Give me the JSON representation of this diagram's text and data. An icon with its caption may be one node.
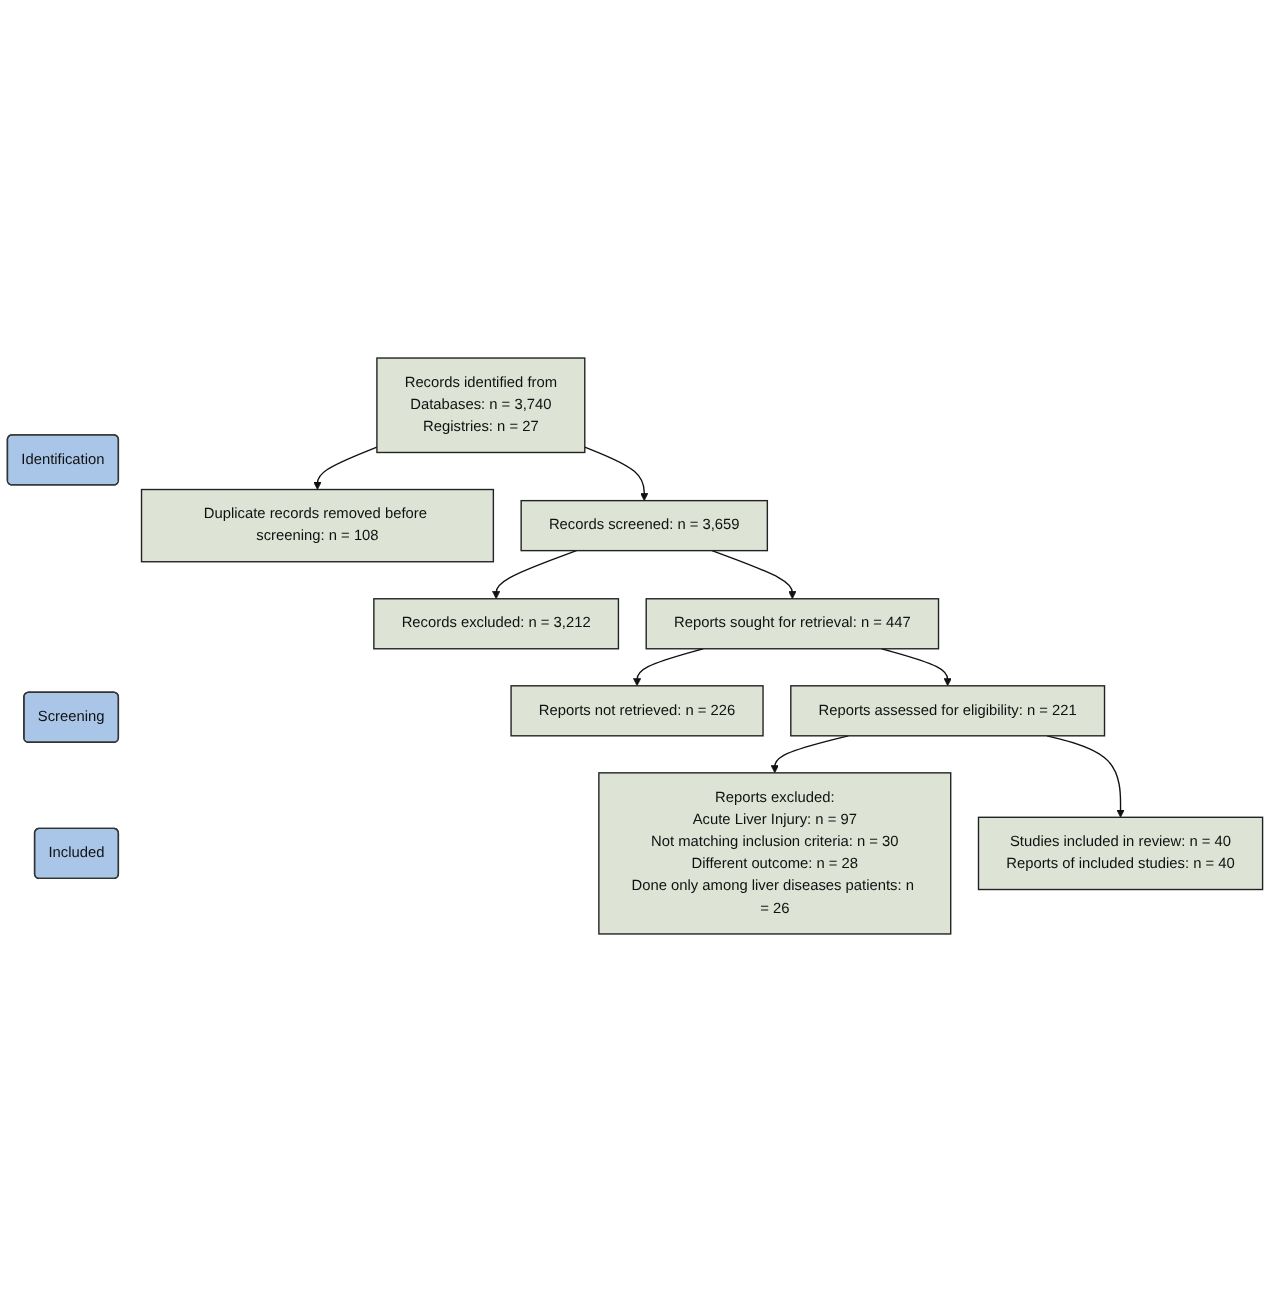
{
  "diagram": {
    "nodes": [
      {
        "text": [
          "Identification"
        ]
      },
      {
        "text": [
          "Records identified from",
          "Databases: n = 3,740",
          "Registries: n = 27"
        ]
      },
      {
        "text": [
          "Duplicate records removed before screening: n = 108"
        ]
      },
      {
        "text": [
          "Screening"
        ]
      },
      {
        "text": [
          "Records screened: n = 3,659"
        ]
      },
      {
        "text": [
          "Records excluded: n = 3,212"
        ]
      },
      {
        "text": [
          "Reports sought for retrieval: n = 447"
        ]
      },
      {
        "text": [
          "Reports not retrieved: n = 226"
        ]
      },
      {
        "text": [
          "Reports assessed for eligibility: n = 221"
        ]
      },
      {
        "text": [
          "Reports excluded:",
          "Acute Liver Injury: n = 97",
          "Not matching inclusion criteria: n = 30",
          "Different outcome: n = 28",
          "Done only among liver diseases patients: n = 26"
        ]
      },
      {
        "text": [
          "Included"
        ]
      },
      {
        "text": [
          "Studies included in review: n = 40",
          "Reports of included studies: n = 40"
        ]
      }
    ],
    "edges": [
      {
        "from": 1,
        "to": 2,
        "arrow": "to"
      },
      {
        "from": 1,
        "to": 4,
        "arrow": "to"
      },
      {
        "from": 4,
        "to": 5,
        "arrow": "to"
      },
      {
        "from": 4,
        "to": 6,
        "arrow": "to"
      },
      {
        "from": 6,
        "to": 7,
        "arrow": "to"
      },
      {
        "from": 6,
        "to": 8,
        "arrow": "to"
      },
      {
        "from": 8,
        "to": 9,
        "arrow": "to"
      },
      {
        "from": 8,
        "to": 11,
        "arrow": "to"
      }
    ]
  }
}
